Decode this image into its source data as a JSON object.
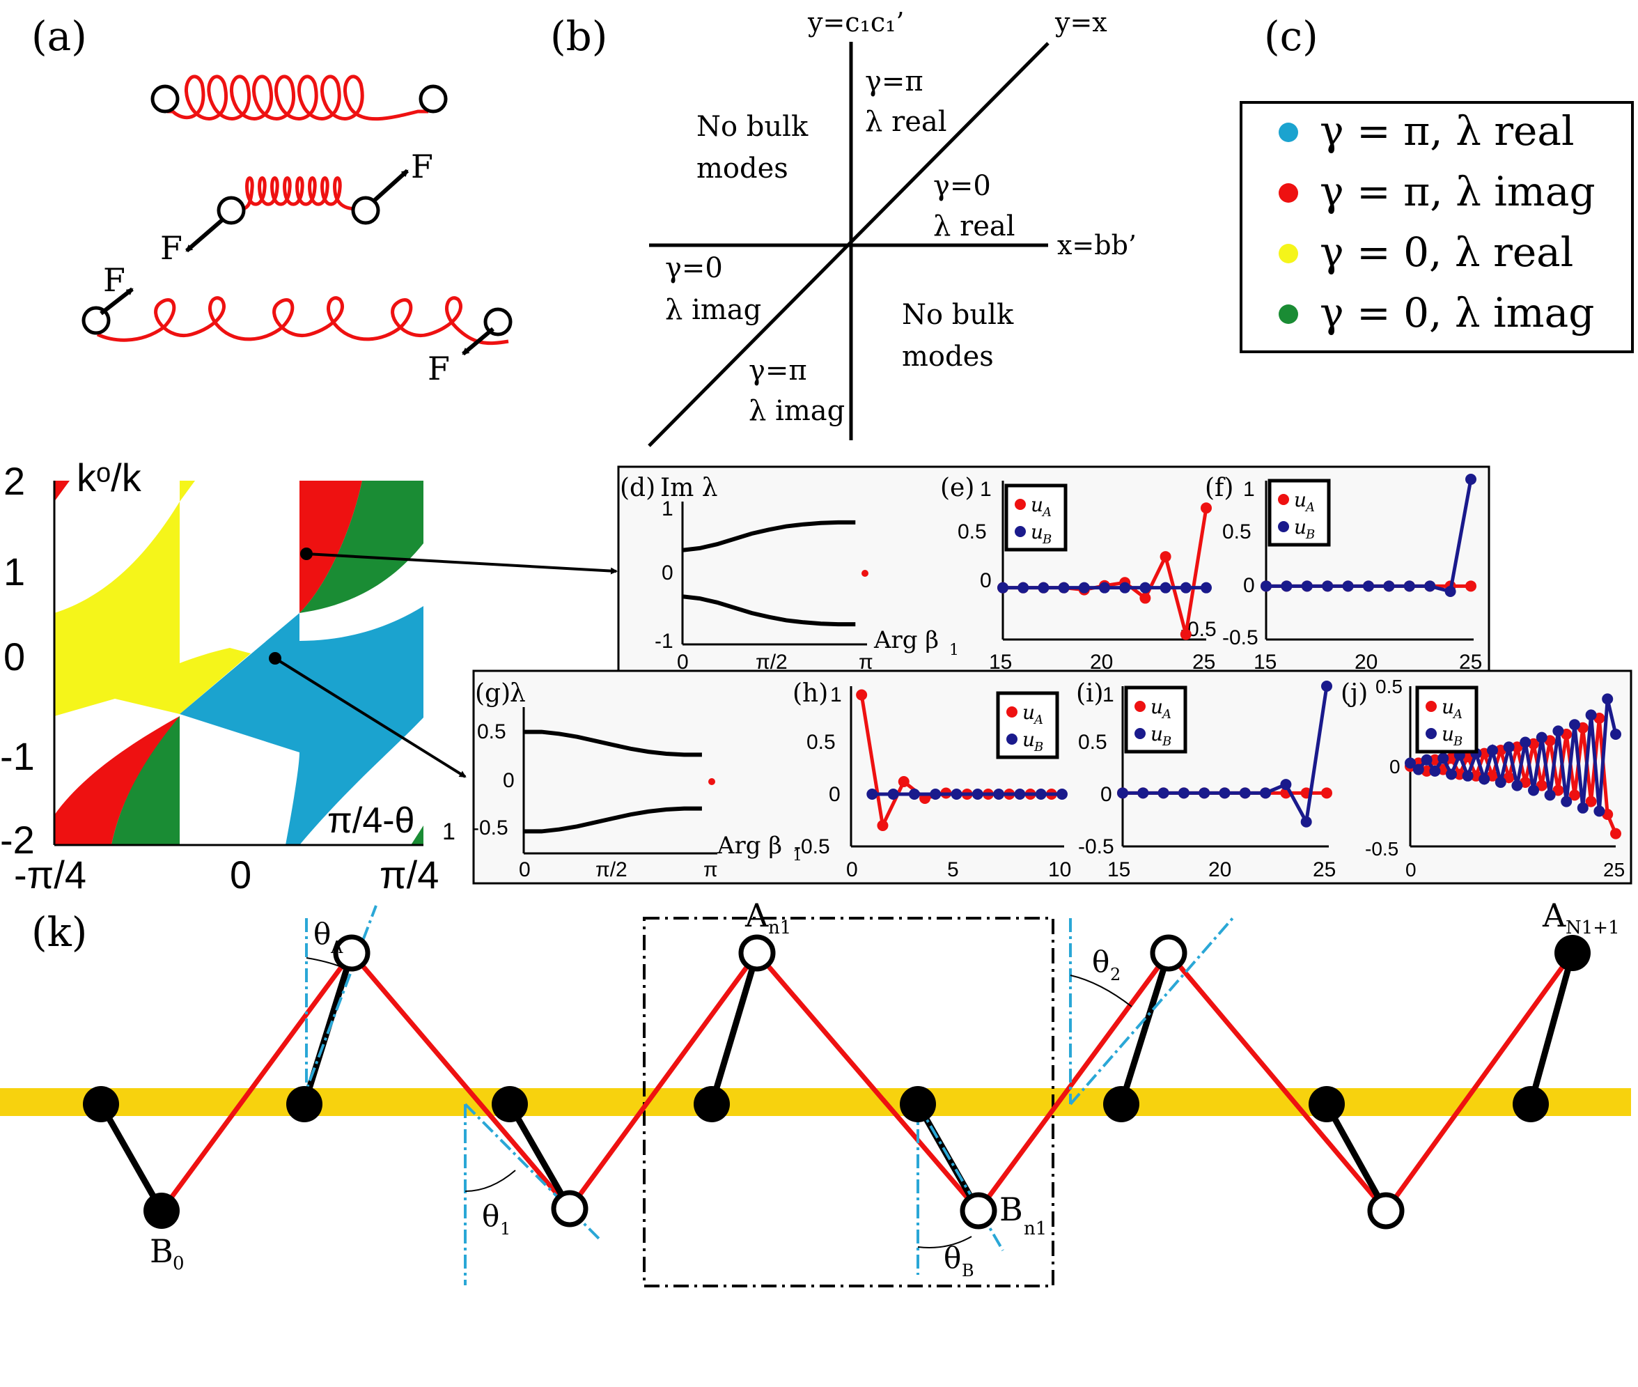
{
  "colors": {
    "cyan": "#1ba3cf",
    "red": "#ee1111",
    "yellow": "#f5f51a",
    "green": "#1a8c34",
    "navy": "#1a1a8c",
    "band": "#f7d20e",
    "axis_dash": "#2aa7d6"
  },
  "panels": {
    "a": "(a)",
    "b": "(b)",
    "c": "(c)",
    "d": "(d)",
    "e": "(e)",
    "f": "(f)",
    "g": "(g)",
    "h": "(h)",
    "i": "(i)",
    "j": "(j)",
    "k": "(k)"
  },
  "panel_a": {
    "force": "F"
  },
  "panel_b": {
    "y_axis": "y=c₁c₁’",
    "diag": "y=x",
    "x_axis": "x=bb’",
    "region_nl_1": "No bulk",
    "region_nl_2": "modes",
    "region_top_1": "γ=π",
    "region_top_2": "λ real",
    "region_right_1": "γ=0",
    "region_right_2": "λ real",
    "region_left_1": "γ=0",
    "region_left_2": "λ imag",
    "region_bottom_1": "γ=π",
    "region_bottom_2": "λ imag",
    "region_br_1": "No bulk",
    "region_br_2": "modes"
  },
  "panel_c_legend": [
    {
      "text": "γ = π, λ real",
      "color": "#1ba3cf"
    },
    {
      "text": "γ = π, λ imag",
      "color": "#ee1111"
    },
    {
      "text": "γ = 0, λ real",
      "color": "#f5f51a"
    },
    {
      "text": "γ = 0, λ imag",
      "color": "#1a8c34"
    }
  ],
  "phase_diagram": {
    "ylabel": "kᵒ/k",
    "xlabel": "π/4-θ",
    "xlabel_sub": "1",
    "yticks": [
      "2",
      "1",
      "0",
      "-1",
      "-2"
    ],
    "xticks": [
      "-π/4",
      "0",
      "π/4"
    ]
  },
  "panel_d": {
    "title": "Im λ",
    "yticks": [
      "1",
      "0",
      "-1"
    ],
    "xticks": [
      "0",
      "π/2",
      "π"
    ],
    "xlabel": "Arg β",
    "xlabel_sub": "1"
  },
  "panel_g": {
    "title": "λ",
    "yticks": [
      "0.5",
      "0",
      "-0.5"
    ],
    "xticks": [
      "0",
      "π/2",
      "π"
    ],
    "xlabel": "Arg β",
    "xlabel_sub": "1"
  },
  "legend_uA": "u",
  "legend_uA_sub": "A",
  "legend_uB": "u",
  "legend_uB_sub": "B",
  "lattice": {
    "theta_A": "θ",
    "theta_A_sub": "A",
    "theta_1": "θ",
    "theta_1_sub": "1",
    "theta_2": "θ",
    "theta_2_sub": "2",
    "theta_B": "θ",
    "theta_B_sub": "B",
    "A_n1": "A",
    "A_n1_sub": "n1",
    "B_n1": "B",
    "B_n1_sub": "n1",
    "A_N": "A",
    "A_N_sub": "N1+1",
    "B_0": "B",
    "B_0_sub": "0"
  },
  "chart_data": [
    {
      "panel": "d",
      "type": "line",
      "title": "Im λ",
      "xlabel": "Arg β₁",
      "xlim": [
        0,
        3.1416
      ],
      "ylim": [
        -1,
        1
      ],
      "series": [
        {
          "x": [
            0,
            0.3,
            0.6,
            0.9,
            1.2,
            1.5,
            1.8,
            2.1,
            2.4,
            2.7,
            3.0
          ],
          "values": [
            0.35,
            0.38,
            0.44,
            0.52,
            0.6,
            0.66,
            0.71,
            0.74,
            0.76,
            0.77,
            0.77
          ]
        },
        {
          "x": [
            0,
            0.3,
            0.6,
            0.9,
            1.2,
            1.5,
            1.8,
            2.1,
            2.4,
            2.7,
            3.0
          ],
          "values": [
            -0.35,
            -0.38,
            -0.44,
            -0.52,
            -0.6,
            -0.66,
            -0.71,
            -0.74,
            -0.76,
            -0.77,
            -0.77
          ]
        }
      ],
      "points": [
        {
          "x": 3.1416,
          "y": 0
        }
      ]
    },
    {
      "panel": "e",
      "type": "line",
      "xlim": [
        15,
        25
      ],
      "ylim": [
        -0.5,
        1
      ],
      "xticks": [
        "15",
        "20",
        "25"
      ],
      "yticks": [
        "1",
        "0.5",
        "0",
        "-0.5"
      ],
      "series": [
        {
          "name": "u_A",
          "x": [
            15,
            16,
            17,
            18,
            19,
            20,
            21,
            22,
            23,
            24,
            25
          ],
          "values": [
            0,
            0,
            0,
            0,
            -0.02,
            0.02,
            0.05,
            -0.1,
            0.3,
            -0.45,
            0.77
          ]
        },
        {
          "name": "u_B",
          "x": [
            15,
            16,
            17,
            18,
            19,
            20,
            21,
            22,
            23,
            24,
            25
          ],
          "values": [
            0,
            0,
            0,
            0,
            0,
            0,
            0,
            0,
            0,
            0,
            0
          ]
        }
      ]
    },
    {
      "panel": "f",
      "type": "line",
      "xlim": [
        15,
        25
      ],
      "ylim": [
        -0.5,
        1
      ],
      "xticks": [
        "15",
        "20",
        "25"
      ],
      "yticks": [
        "1",
        "0.5",
        "0",
        "-0.5"
      ],
      "series": [
        {
          "name": "u_A",
          "x": [
            15,
            16,
            17,
            18,
            19,
            20,
            21,
            22,
            23,
            24,
            25
          ],
          "values": [
            0,
            0,
            0,
            0,
            0,
            0,
            0,
            0,
            0,
            0,
            0
          ]
        },
        {
          "name": "u_B",
          "x": [
            15,
            16,
            17,
            18,
            19,
            20,
            21,
            22,
            23,
            24,
            25
          ],
          "values": [
            0,
            0,
            0,
            0,
            0,
            0,
            0,
            0,
            0,
            -0.05,
            1
          ]
        }
      ]
    },
    {
      "panel": "g",
      "type": "line",
      "title": "λ",
      "xlabel": "Arg β₁",
      "xlim": [
        0,
        3.1416
      ],
      "ylim": [
        -0.7,
        0.7
      ],
      "series": [
        {
          "x": [
            0,
            0.3,
            0.6,
            0.9,
            1.2,
            1.5,
            1.8,
            2.1,
            2.4,
            2.7,
            3.0
          ],
          "values": [
            0.5,
            0.5,
            0.48,
            0.45,
            0.41,
            0.37,
            0.33,
            0.3,
            0.28,
            0.27,
            0.27
          ]
        },
        {
          "x": [
            0,
            0.3,
            0.6,
            0.9,
            1.2,
            1.5,
            1.8,
            2.1,
            2.4,
            2.7,
            3.0
          ],
          "values": [
            -0.5,
            -0.5,
            -0.48,
            -0.45,
            -0.41,
            -0.37,
            -0.33,
            -0.3,
            -0.28,
            -0.27,
            -0.27
          ]
        }
      ],
      "points": [
        {
          "x": 3.1416,
          "y": 0
        }
      ]
    },
    {
      "panel": "h",
      "type": "line",
      "xlim": [
        0,
        10
      ],
      "ylim": [
        -0.5,
        1
      ],
      "xticks": [
        "0",
        "5",
        "10"
      ],
      "yticks": [
        "1",
        "0.5",
        "0",
        "-0.5"
      ],
      "series": [
        {
          "name": "u_A",
          "x": [
            0.5,
            1.5,
            2.5,
            3.5,
            4.5,
            5.5,
            6.5,
            7.5,
            8.5,
            9.5
          ],
          "values": [
            0.95,
            -0.3,
            0.12,
            -0.04,
            0.01,
            0,
            0,
            0,
            0,
            0
          ]
        },
        {
          "name": "u_B",
          "x": [
            1,
            2,
            3,
            4,
            5,
            6,
            7,
            8,
            9,
            10
          ],
          "values": [
            0,
            0,
            0,
            0,
            0,
            0,
            0,
            0,
            0,
            0
          ]
        }
      ]
    },
    {
      "panel": "i",
      "type": "line",
      "xlim": [
        15,
        25
      ],
      "ylim": [
        -0.5,
        1
      ],
      "xticks": [
        "15",
        "20",
        "25"
      ],
      "yticks": [
        "1",
        "0.5",
        "0",
        "-0.5"
      ],
      "series": [
        {
          "name": "u_A",
          "x": [
            15,
            16,
            17,
            18,
            19,
            20,
            21,
            22,
            23,
            24,
            25
          ],
          "values": [
            0,
            0,
            0,
            0,
            0,
            0,
            0,
            0,
            0,
            0,
            0
          ]
        },
        {
          "name": "u_B",
          "x": [
            15,
            16,
            17,
            18,
            19,
            20,
            21,
            22,
            23,
            24,
            25
          ],
          "values": [
            0,
            0,
            0,
            0,
            0,
            0,
            0,
            0,
            0.08,
            -0.27,
            1
          ]
        }
      ]
    },
    {
      "panel": "j",
      "type": "line",
      "xlim": [
        0,
        25
      ],
      "ylim": [
        -0.5,
        0.5
      ],
      "xticks": [
        "0",
        "25"
      ],
      "yticks": [
        "0.5",
        "0",
        "-0.5"
      ],
      "series": [
        {
          "name": "u_A",
          "x": [
            0,
            1,
            2,
            3,
            4,
            5,
            6,
            7,
            8,
            9,
            10,
            11,
            12,
            13,
            14,
            15,
            16,
            17,
            18,
            19,
            20,
            21,
            22,
            23,
            24,
            25
          ],
          "values": [
            0,
            0.02,
            -0.03,
            0.04,
            -0.02,
            0.05,
            -0.05,
            0.06,
            -0.06,
            0.08,
            -0.06,
            0.1,
            -0.07,
            0.12,
            -0.1,
            0.14,
            -0.12,
            0.16,
            -0.15,
            0.2,
            -0.18,
            0.24,
            -0.22,
            0.3,
            -0.3,
            -0.42
          ]
        },
        {
          "name": "u_B",
          "x": [
            0,
            1,
            2,
            3,
            4,
            5,
            6,
            7,
            8,
            9,
            10,
            11,
            12,
            13,
            14,
            15,
            16,
            17,
            18,
            19,
            20,
            21,
            22,
            23,
            24,
            25
          ],
          "values": [
            0.02,
            -0.02,
            0.04,
            -0.03,
            0.05,
            -0.05,
            0.07,
            -0.06,
            0.08,
            -0.08,
            0.1,
            -0.1,
            0.12,
            -0.12,
            0.15,
            -0.15,
            0.18,
            -0.18,
            0.22,
            -0.22,
            0.26,
            -0.26,
            0.32,
            -0.28,
            0.42,
            0.2
          ]
        }
      ]
    }
  ]
}
